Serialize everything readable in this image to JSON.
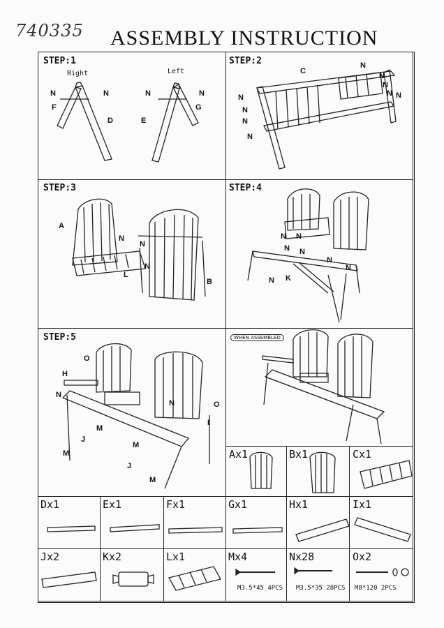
{
  "handwritten_code": "740335",
  "title": "ASSEMBLY INSTRUCTION",
  "steps": {
    "step1": {
      "label": "STEP:1",
      "right": "Right",
      "left": "Left",
      "callouts": [
        "N",
        "N",
        "F",
        "D",
        "N",
        "N",
        "E",
        "G"
      ]
    },
    "step2": {
      "label": "STEP:2",
      "callouts": [
        "C",
        "N",
        "N",
        "N",
        "N",
        "N",
        "N",
        "N",
        "N",
        "N"
      ]
    },
    "step3": {
      "label": "STEP:3",
      "callouts": [
        "A",
        "N",
        "N",
        "N",
        "L",
        "B"
      ]
    },
    "step4": {
      "label": "STEP:4",
      "callouts": [
        "N",
        "N",
        "N",
        "N",
        "N",
        "N",
        "K",
        "N"
      ]
    },
    "step5": {
      "label": "STEP:5",
      "callouts": [
        "O",
        "H",
        "N",
        "M",
        "J",
        "M",
        "J",
        "M",
        "N",
        "O",
        "I",
        "M"
      ]
    },
    "assembled": {
      "badge": "WHEN ASSEMBLED"
    }
  },
  "parts": [
    {
      "label": "Ax1"
    },
    {
      "label": "Bx1"
    },
    {
      "label": "Cx1"
    },
    {
      "label": "Dx1"
    },
    {
      "label": "Ex1"
    },
    {
      "label": "Fx1"
    },
    {
      "label": "Gx1"
    },
    {
      "label": "Hx1"
    },
    {
      "label": "Ix1"
    },
    {
      "label": "Jx2"
    },
    {
      "label": "Kx2"
    },
    {
      "label": "Lx1"
    },
    {
      "label": "Mx4",
      "spec": "M3.5*45 4PCS"
    },
    {
      "label": "Nx28",
      "spec": "M3.5*35 28PCS"
    },
    {
      "label": "Ox2",
      "spec": "M8*120 2PCS"
    }
  ]
}
